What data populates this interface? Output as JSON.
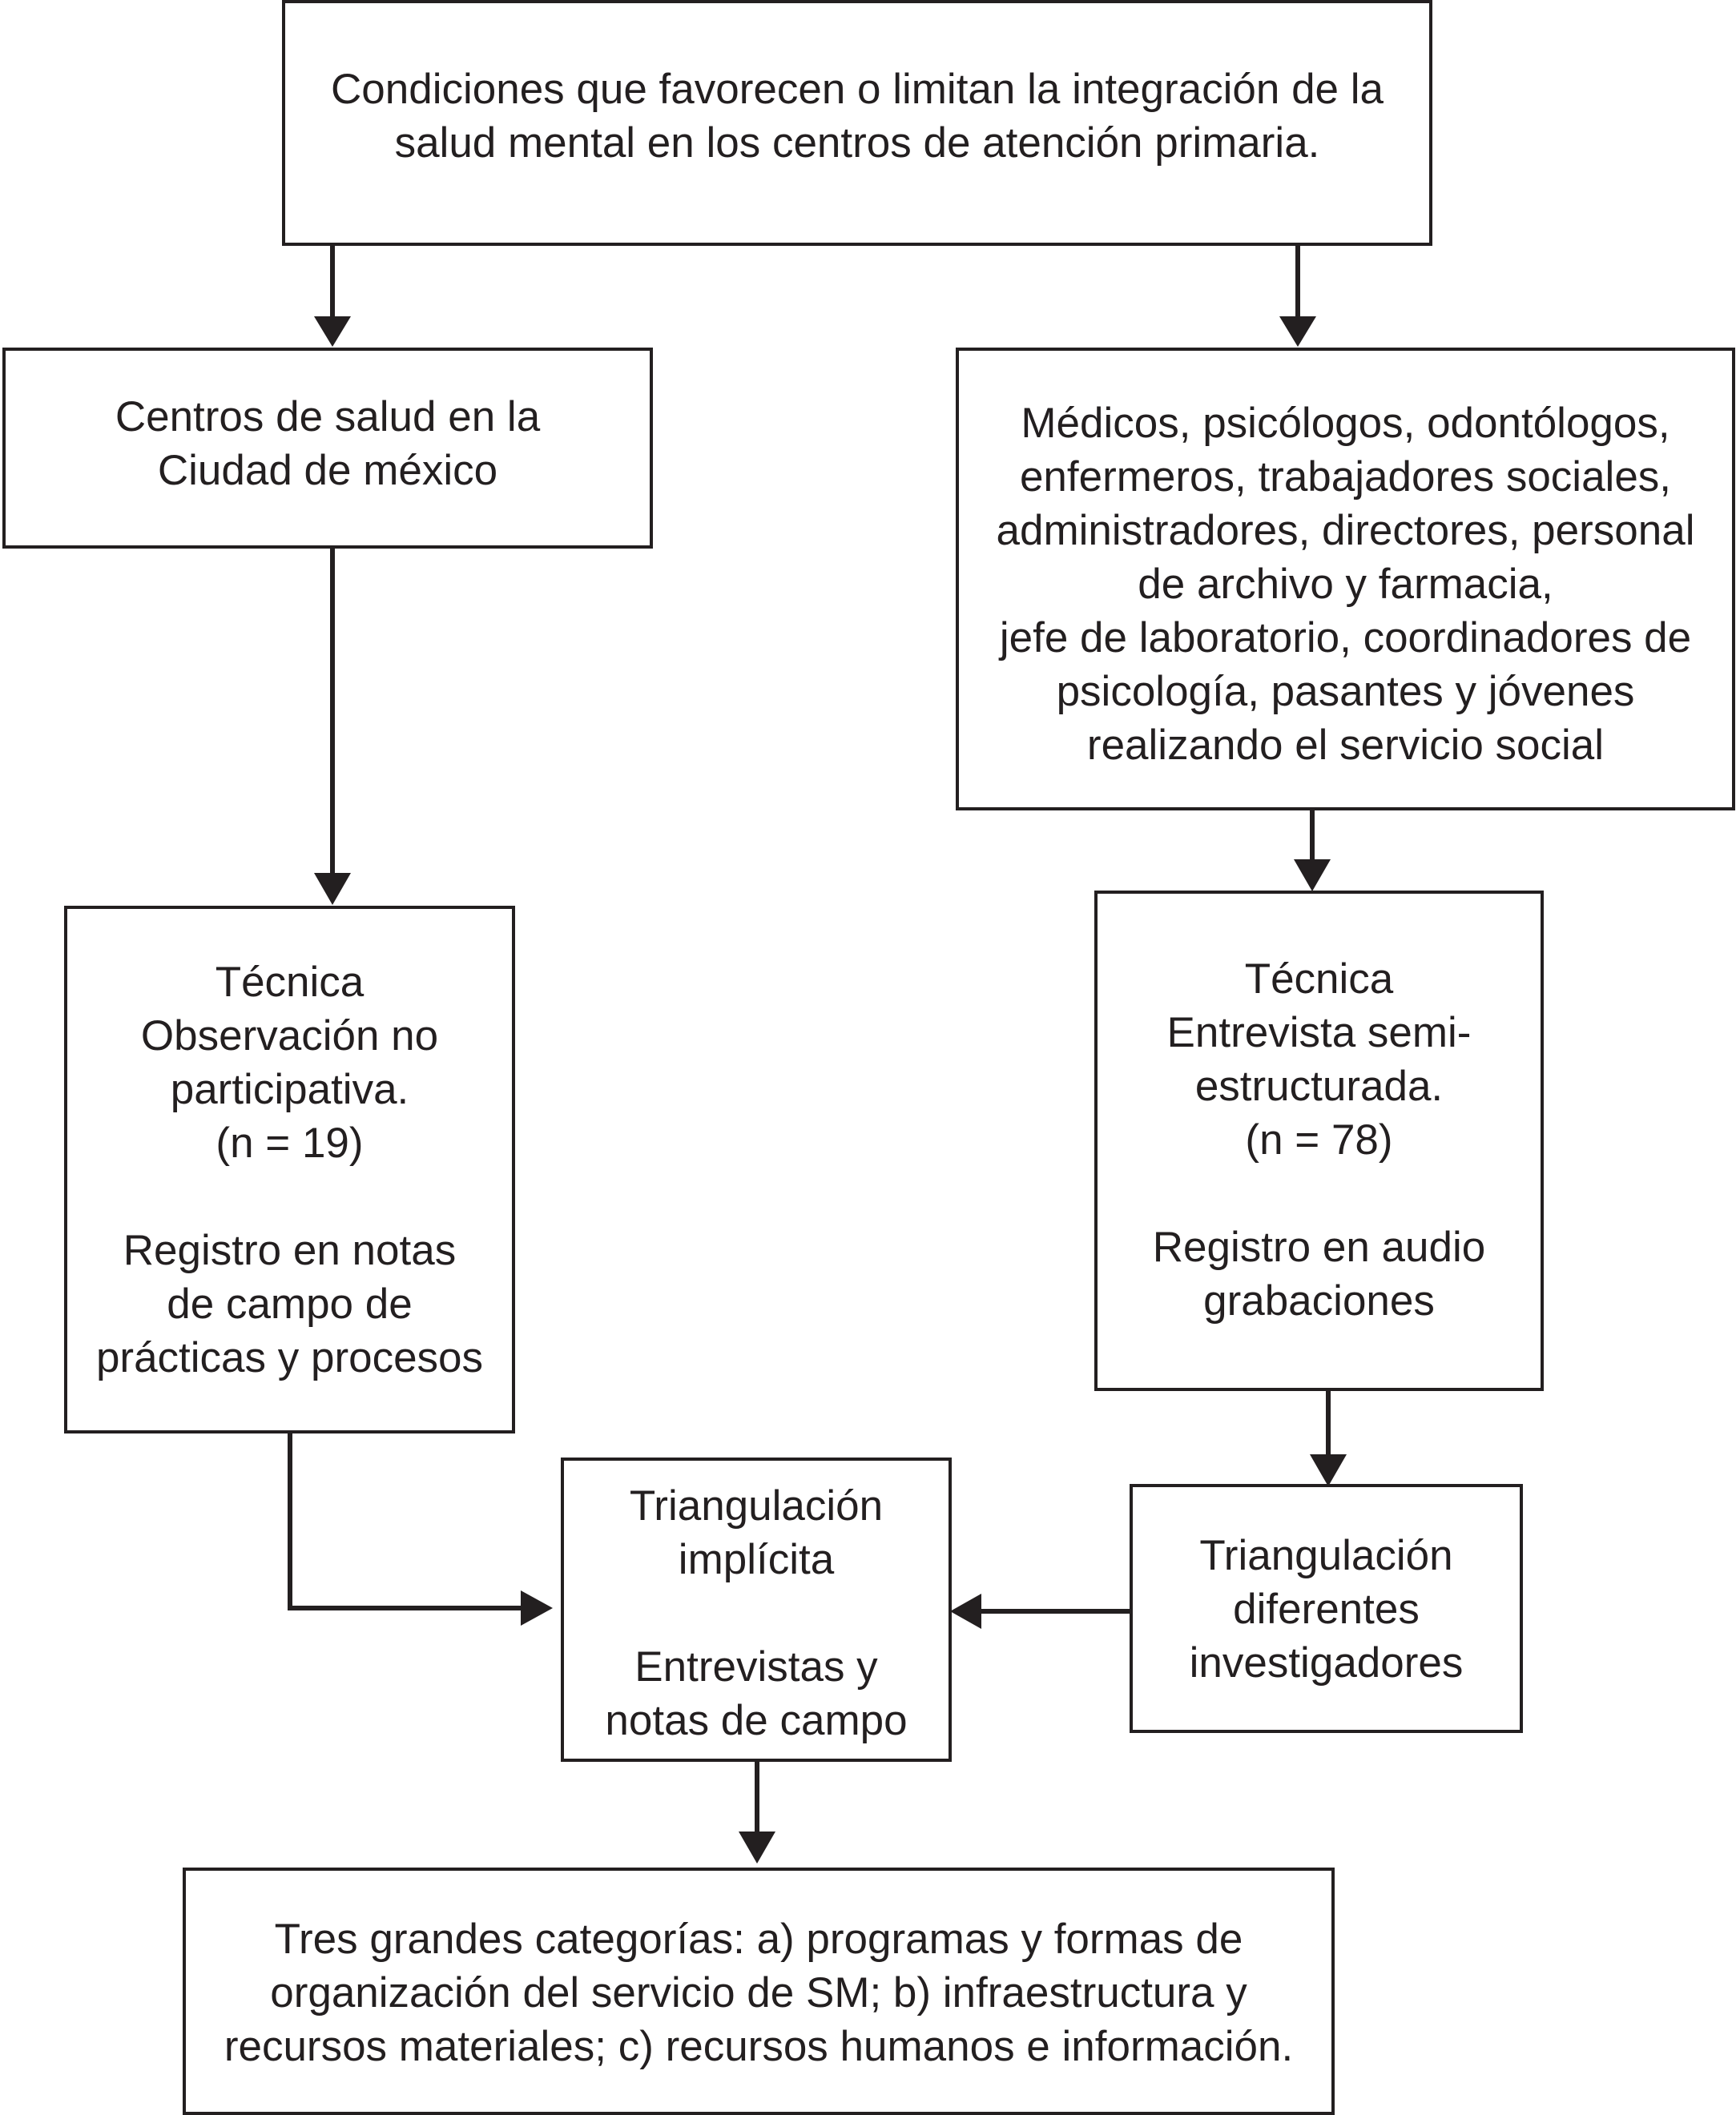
{
  "boxes": {
    "top": {
      "lines": [
        "Condiciones que favorecen o limitan la integración de la",
        "salud mental en los centros de atención primaria."
      ]
    },
    "centros": {
      "lines": [
        "Centros de salud en la",
        "Ciudad de méxico"
      ]
    },
    "personal": {
      "lines": [
        "Médicos, psicólogos, odontólogos,",
        "enfermeros, trabajadores sociales,",
        "administradores, directores, personal",
        "de archivo y farmacia,",
        "jefe de laboratorio, coordinadores de",
        "psicología, pasantes y jóvenes",
        "realizando el servicio social"
      ]
    },
    "observacion": {
      "technique": [
        "Técnica",
        "Observación no",
        "participativa.",
        "(n = 19)"
      ],
      "record": [
        "Registro en notas",
        "de campo de",
        "prácticas y procesos"
      ]
    },
    "entrevista": {
      "technique": [
        "Técnica",
        "Entrevista semi-",
        "estructurada.",
        "(n = 78)"
      ],
      "record": [
        "Registro en audio",
        "grabaciones"
      ]
    },
    "triangulacion_implicita": {
      "title": [
        "Triangulación",
        "implícita"
      ],
      "detail": [
        "Entrevistas y",
        "notas de campo"
      ]
    },
    "triangulacion_investigadores": {
      "lines": [
        "Triangulación",
        "diferentes",
        "investigadores"
      ]
    },
    "categorias": {
      "lines": [
        "Tres grandes categorías: a)  programas y  formas de",
        "organización del  servicio de  SM; b) infraestructura y",
        "recursos materiales; c) recursos humanos e información."
      ]
    }
  }
}
